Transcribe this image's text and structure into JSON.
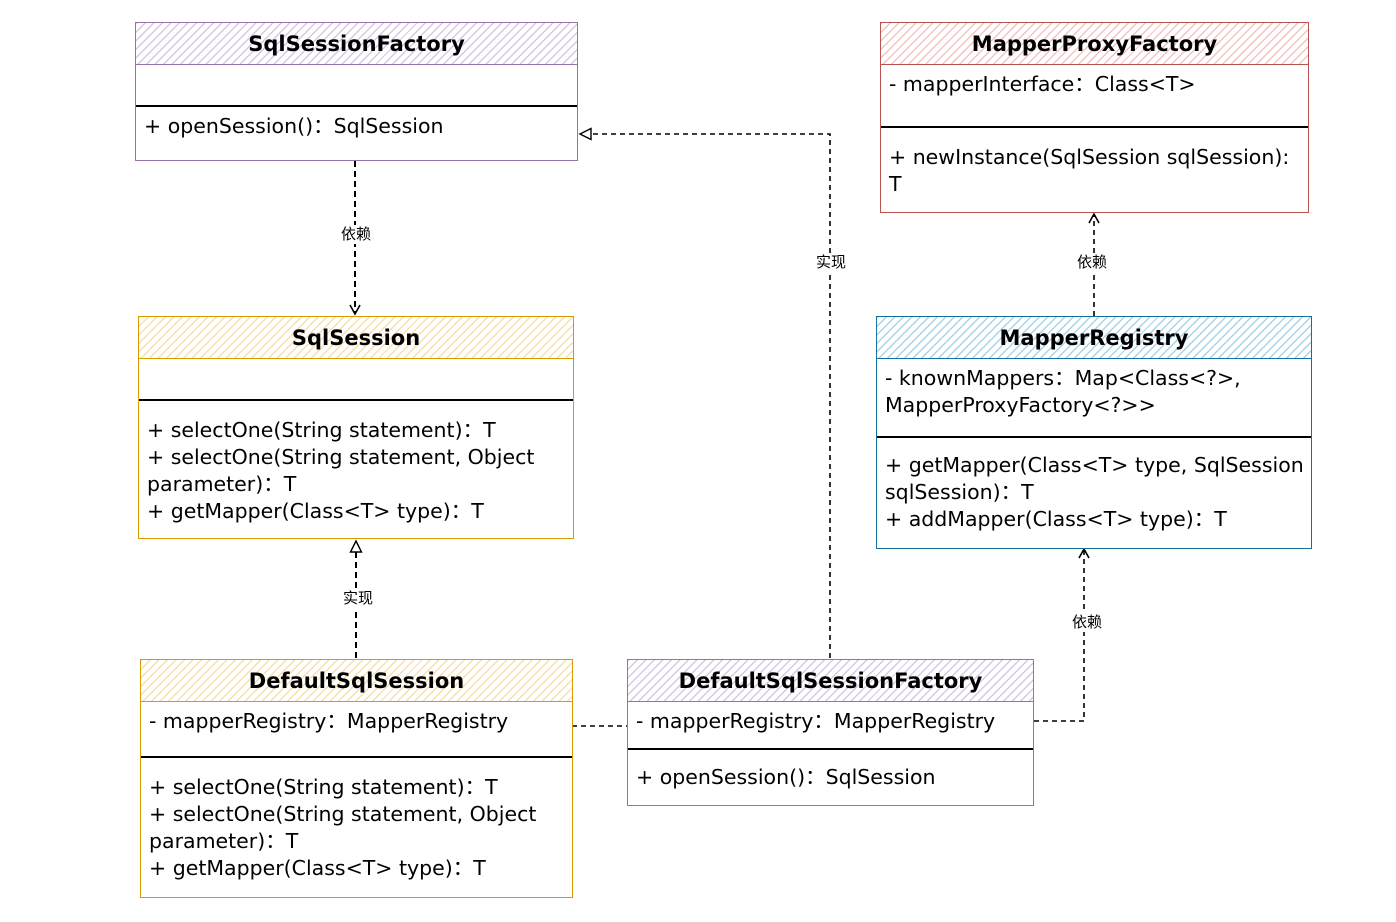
{
  "classes": {
    "sql_session_factory": {
      "name": "SqlSessionFactory",
      "attributes": [],
      "methods": [
        "+ openSession()：SqlSession"
      ]
    },
    "mapper_proxy_factory": {
      "name": "MapperProxyFactory",
      "attributes": [
        "- mapperInterface：Class<T>"
      ],
      "methods": [
        "+ newInstance(SqlSession sqlSession):",
        "T"
      ]
    },
    "sql_session": {
      "name": "SqlSession",
      "attributes": [],
      "methods": [
        "+ selectOne(String statement)：T",
        "+ selectOne(String statement, Object",
        "parameter)：T",
        "+ getMapper(Class<T> type)：T"
      ]
    },
    "mapper_registry": {
      "name": "MapperRegistry",
      "attributes": [
        "- knownMappers：Map<Class<?>,",
        "MapperProxyFactory<?>>"
      ],
      "methods": [
        "+ getMapper(Class<T> type, SqlSession",
        "sqlSession)：T",
        "+ addMapper(Class<T> type)：T"
      ]
    },
    "default_sql_session": {
      "name": "DefaultSqlSession",
      "attributes": [
        "- mapperRegistry：MapperRegistry"
      ],
      "methods": [
        "+ selectOne(String statement)：T",
        "+ selectOne(String statement, Object",
        "parameter)：T",
        "+ getMapper(Class<T> type)：T"
      ]
    },
    "default_sql_session_factory": {
      "name": "DefaultSqlSessionFactory",
      "attributes": [
        "- mapperRegistry：MapperRegistry"
      ],
      "methods": [
        "+ openSession()：SqlSession"
      ]
    }
  },
  "edges": {
    "factory_to_session": "依赖",
    "default_session_realizes": "实现",
    "default_factory_realizes": "实现",
    "registry_to_proxy_factory": "依赖",
    "default_factory_to_registry": "依赖"
  },
  "colors": {
    "purple": "#9673a6",
    "red": "#b85450",
    "orange": "#d79b00",
    "blue": "#10739e"
  }
}
